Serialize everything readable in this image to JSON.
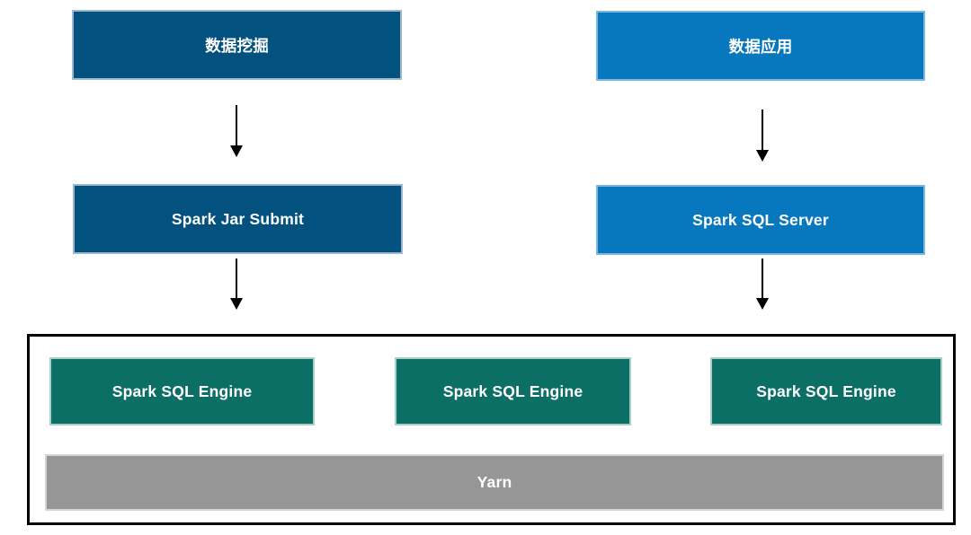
{
  "colors": {
    "dark_blue": "#02517e",
    "bright_blue": "#0878be",
    "teal": "#0b6f66",
    "gray": "#969696",
    "arrow": "#000000",
    "outline": "#000000",
    "label_text": "#ffffff"
  },
  "flows": {
    "left": {
      "top": "数据挖掘",
      "middle": "Spark Jar Submit"
    },
    "right": {
      "top": "数据应用",
      "middle": "Spark SQL Server"
    }
  },
  "cluster": {
    "engines": [
      "Spark SQL Engine",
      "Spark SQL Engine",
      "Spark SQL Engine"
    ],
    "resource_manager": "Yarn"
  }
}
